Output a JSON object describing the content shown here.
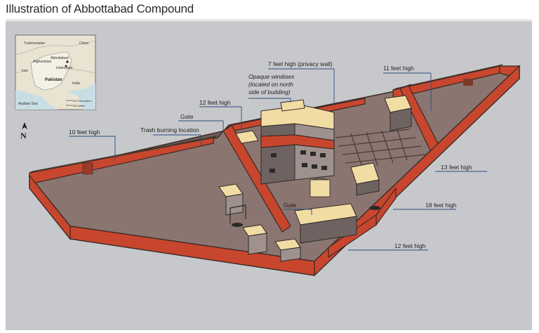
{
  "title": "Illustration of Abbottabad Compound",
  "compass": {
    "label": "N"
  },
  "locator_map": {
    "regions": [
      "Turkmenistan",
      "China",
      "Afghanistan",
      "Iran",
      "Pakistan",
      "India",
      "Arabian Sea"
    ],
    "cities": [
      "Abbottabad",
      "Islamabad"
    ],
    "scale": [
      "200 Kilometers",
      "200 Miles"
    ],
    "colors": {
      "land": "#e9e3d2",
      "water": "#c9dde4",
      "pakistan": "#f4f0e4"
    }
  },
  "labels": {
    "wall_10ft": "10 feet high",
    "trash": "Trash burning location",
    "gate_top": "Gate",
    "wall_12ft_top": "12 feet high",
    "privacy_wall": "7 feet high (privacy wall)",
    "opaque_line1": "Opaque windows",
    "opaque_line2": "(located on north",
    "opaque_line3": "side of building)",
    "wall_11ft": "11 feet high",
    "wall_13ft": "13 feet high",
    "gate_mid": "Gate",
    "wall_18ft": "18 feet high",
    "wall_12ft_bottom": "12 feet high"
  },
  "colors": {
    "wall": "#c8462e",
    "ground": "#8b7570",
    "roof": "#f1dca4",
    "leader": "#2a4d7a",
    "background": "#c7c8cc"
  }
}
